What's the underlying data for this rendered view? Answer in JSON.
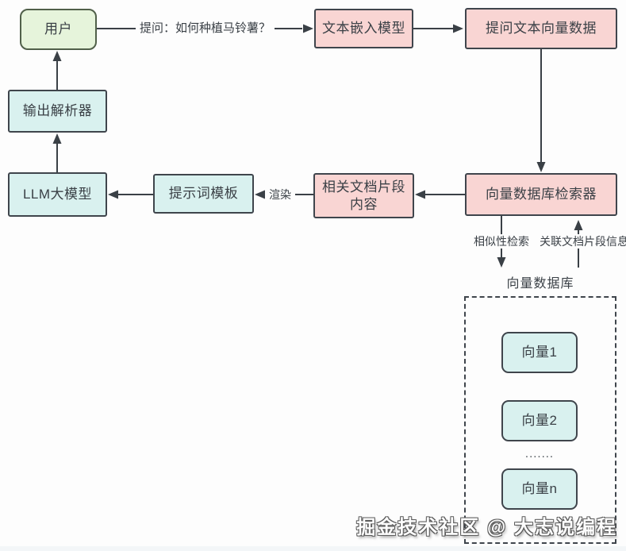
{
  "diagram": {
    "nodes": {
      "user": {
        "label": "用户"
      },
      "text_embedding_model": {
        "label": "文本嵌入模型"
      },
      "question_vector_data": {
        "label": "提问文本向量数据"
      },
      "output_parser": {
        "label": "输出解析器"
      },
      "llm_model": {
        "label": "LLM大模型"
      },
      "prompt_template": {
        "label": "提示词模板"
      },
      "related_doc_fragment": {
        "lines": [
          "相关文档片段",
          "内容"
        ]
      },
      "vector_db_retriever": {
        "label": "向量数据库检索器"
      },
      "vector_db_group": {
        "label": "向量数据库"
      },
      "vector_1": {
        "label": "向量1"
      },
      "vector_2": {
        "label": "向量2"
      },
      "vector_ellipsis": {
        "label": "......."
      },
      "vector_n": {
        "label": "向量n"
      }
    },
    "edge_labels": {
      "question": "提问：如何种植马铃薯？",
      "render": "渲染",
      "similarity_search": "相似性检索",
      "related_fragment_info": "关联文档片段信息"
    },
    "watermark": "掘金技术社区 @ 大志说编程",
    "colors": {
      "user_fill": "#e6f4db",
      "pink_fill": "#f9d5d3",
      "cyan_fill": "#d9f1ef",
      "node_border": "#3f454c",
      "arrow": "#3a4046"
    }
  }
}
